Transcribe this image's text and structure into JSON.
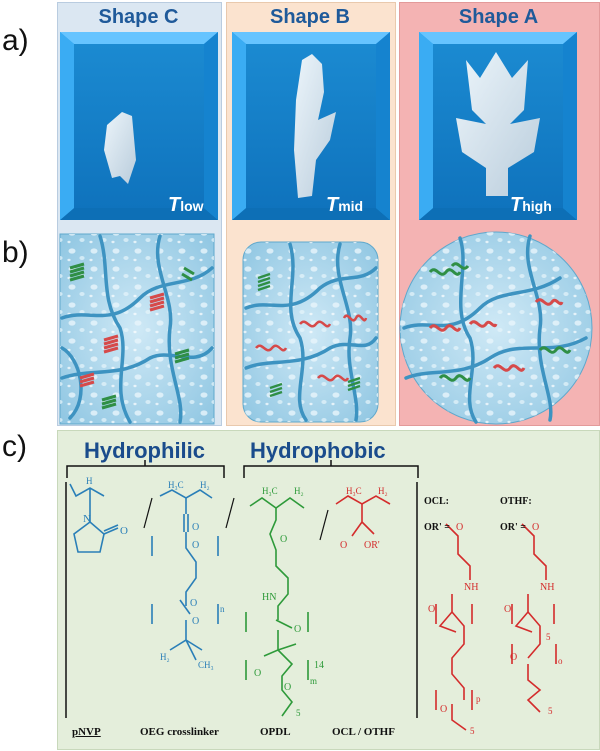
{
  "row_labels": [
    "a)",
    "b)",
    "c)"
  ],
  "shapes": [
    {
      "title": "Shape C",
      "temp_main": "T",
      "temp_sub": "low"
    },
    {
      "title": "Shape B",
      "temp_main": "T",
      "temp_sub": "mid"
    },
    {
      "title": "Shape A",
      "temp_main": "T",
      "temp_sub": "high"
    }
  ],
  "chemistry": {
    "hydrophilic": "Hydrophilic",
    "hydrophobic": "Hydrophobic",
    "labels": [
      "pNVP",
      "OEG crosslinker",
      "OPDL",
      "OCL / OTHF"
    ],
    "ocl_title": "OCL:",
    "othf_title": "OTHF:",
    "or_prime": "OR' =",
    "subscripts": {
      "n": "n",
      "m": "m",
      "p": "p",
      "o": "o",
      "fourteen": "14",
      "five": "5"
    }
  },
  "colors": {
    "panel_c": "#dbe7f2",
    "panel_b": "#fbe3cf",
    "panel_a": "#f4b3b3",
    "panel_chem": "#e4eedb",
    "blue_chem": "#2a7fb8",
    "green_chem": "#2e9a3a",
    "red_chem": "#d42c2c"
  }
}
